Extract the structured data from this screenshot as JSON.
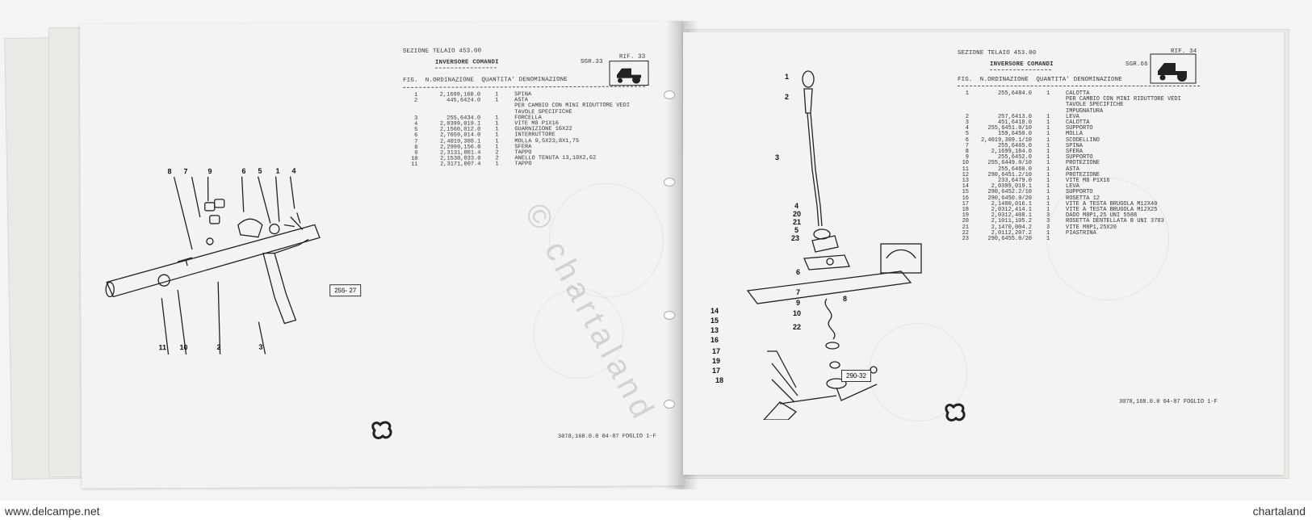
{
  "left_page": {
    "section": "SEZIONE TELAIO 453.00",
    "group": "INVERSORE COMANDI",
    "sgr": "SGR.33",
    "rif": "RIF. 33",
    "columns": "FIG.  N.ORDINAZIONE  QUANTITA' DENOMINAZIONE",
    "rows": [
      {
        "fig": "1",
        "code": "2,1699,160.0",
        "qty": "1",
        "name": "SPINA"
      },
      {
        "fig": "2",
        "code": "445,6424.0",
        "qty": "1",
        "name": "ASTA"
      },
      {
        "fig": "",
        "code": "",
        "qty": "",
        "name": "PER CAMBIO CON MINI RIDUTTORE VEDI"
      },
      {
        "fig": "",
        "code": "",
        "qty": "",
        "name": "TAVOLE SPECIFICHE"
      },
      {
        "fig": "3",
        "code": "255,6434.0",
        "qty": "1",
        "name": "FORCELLA"
      },
      {
        "fig": "4",
        "code": "2,0399,019.1",
        "qty": "1",
        "name": "VITE M8 P1X16"
      },
      {
        "fig": "5",
        "code": "2,1560,012.0",
        "qty": "1",
        "name": "GUARNIZIONE 16X22"
      },
      {
        "fig": "6",
        "code": "2,7659,014.0",
        "qty": "1",
        "name": "INTERRUTTORE"
      },
      {
        "fig": "7",
        "code": "2,4019,308.1",
        "qty": "1",
        "name": "MOLLA 9,5X23,8X1,75"
      },
      {
        "fig": "8",
        "code": "2,2999,156.0",
        "qty": "1",
        "name": "SFERA"
      },
      {
        "fig": "9",
        "code": "2,3131,001.4",
        "qty": "2",
        "name": "TAPPO"
      },
      {
        "fig": "10",
        "code": "2,1530,033.0",
        "qty": "2",
        "name": "ANELLO TENUTA 13,10X2,62"
      },
      {
        "fig": "11",
        "code": "2,3171,007.4",
        "qty": "1",
        "name": "TAPPO"
      }
    ],
    "fig_label": "255- 27",
    "callouts": [
      "8",
      "7",
      "9",
      "6",
      "5",
      "1",
      "4",
      "11",
      "10",
      "2",
      "3"
    ],
    "footer": "3078,168.0.0 04-87 FOGLIO 1-F"
  },
  "right_page": {
    "section": "SEZIONE TELAIO 453.00",
    "group": "INVERSORE COMANDI",
    "sgr": "SGR.66",
    "rif": "RIF. 34",
    "columns": "FIG.  N.ORDINAZIONE  QUANTITA' DENOMINAZIONE",
    "rows": [
      {
        "fig": "1",
        "code": "255,6484.0",
        "qty": "1",
        "name": "CALOTTA"
      },
      {
        "fig": "",
        "code": "",
        "qty": "",
        "name": "PER CAMBIO CON MINI RIDUTTORE VEDI"
      },
      {
        "fig": "",
        "code": "",
        "qty": "",
        "name": "TAVOLE SPECIFICHE"
      },
      {
        "fig": "",
        "code": "",
        "qty": "",
        "name": "IMPUGNATURA"
      },
      {
        "fig": "2",
        "code": "257,6413.0",
        "qty": "1",
        "name": "LEVA"
      },
      {
        "fig": "3",
        "code": "451,6418.0",
        "qty": "1",
        "name": "CALOTTA"
      },
      {
        "fig": "4",
        "code": "255,6451.0/10",
        "qty": "1",
        "name": "SUPPORTO"
      },
      {
        "fig": "5",
        "code": "159,6450.0",
        "qty": "1",
        "name": "MOLLA"
      },
      {
        "fig": "6",
        "code": "2,4019,309.1/10",
        "qty": "1",
        "name": "SCODELLINO"
      },
      {
        "fig": "7",
        "code": "255,6465.0",
        "qty": "1",
        "name": "SPINA"
      },
      {
        "fig": "8",
        "code": "2,1699,184.0",
        "qty": "1",
        "name": "SFERA"
      },
      {
        "fig": "9",
        "code": "255,6452.0",
        "qty": "1",
        "name": "SUPPORTO"
      },
      {
        "fig": "10",
        "code": "255,6449.0/10",
        "qty": "1",
        "name": "PROTEZIONE"
      },
      {
        "fig": "11",
        "code": "255,6460.0",
        "qty": "1",
        "name": "ASTA"
      },
      {
        "fig": "12",
        "code": "290,6451.2/10",
        "qty": "1",
        "name": "PROTEZIONE"
      },
      {
        "fig": "13",
        "code": "233,6479.0",
        "qty": "1",
        "name": "VITE M8 P1X16"
      },
      {
        "fig": "14",
        "code": "2,0399,019.1",
        "qty": "1",
        "name": "LEVA"
      },
      {
        "fig": "15",
        "code": "290,6452.2/10",
        "qty": "1",
        "name": "SUPPORTO"
      },
      {
        "fig": "16",
        "code": "290,6450.0/20",
        "qty": "1",
        "name": "ROSETTA 12"
      },
      {
        "fig": "17",
        "code": "2,1480,016.1",
        "qty": "1",
        "name": "VITE A TESTA BRUGOLA M12X40"
      },
      {
        "fig": "18",
        "code": "2,0312,414.1",
        "qty": "1",
        "name": "VITE A TESTA BRUGOLA M12X25"
      },
      {
        "fig": "19",
        "code": "2,0312,408.1",
        "qty": "3",
        "name": "DADO M8P1,25 UNI 5588"
      },
      {
        "fig": "20",
        "code": "2,1011,105.2",
        "qty": "3",
        "name": "ROSETTA DENTELLATA B UNI 3703"
      },
      {
        "fig": "21",
        "code": "2,1470,004.2",
        "qty": "3",
        "name": "VITE M8P1,25X20"
      },
      {
        "fig": "22",
        "code": "2,0112,207.2",
        "qty": "1",
        "name": "PIASTRINA"
      },
      {
        "fig": "23",
        "code": "290,6455.0/20",
        "qty": "1",
        "name": ""
      }
    ],
    "fig_label": "290-32",
    "callouts": [
      "1",
      "2",
      "3",
      "4",
      "20",
      "21",
      "5",
      "23",
      "6",
      "7",
      "9",
      "8",
      "10",
      "22",
      "14",
      "15",
      "13",
      "16",
      "17",
      "19",
      "17",
      "18"
    ],
    "footer": "3078,168.0.0 04-87 FOGLIO 1-F"
  },
  "watermark": "© chartaland",
  "bottom_left": "www.delcampe.net",
  "bottom_right": "chartaland"
}
